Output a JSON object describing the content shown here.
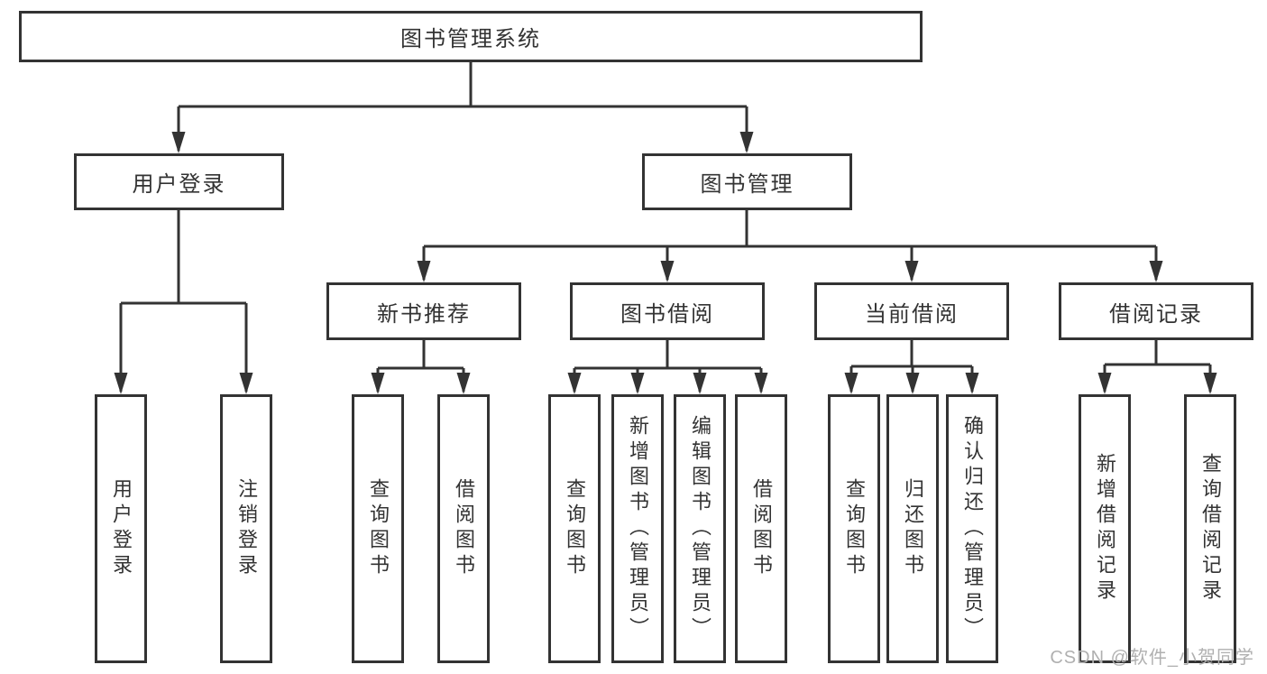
{
  "nodes": {
    "root": "图书管理系统",
    "userLogin": "用户登录",
    "bookManagement": "图书管理",
    "newBookRecommend": "新书推荐",
    "bookBorrow": "图书借阅",
    "currentBorrow": "当前借阅",
    "borrowRecords": "借阅记录",
    "userLoginChildren": [
      "用户登录",
      "注销登录"
    ],
    "newBookChildren": [
      "查询图书",
      "借阅图书"
    ],
    "bookBorrowChildren": [
      "查询图书",
      "新增图书（管理员）",
      "编辑图书（管理员）",
      "借阅图书"
    ],
    "currentBorrowChildren": [
      "查询图书",
      "归还图书",
      "确认归还（管理员）"
    ],
    "borrowRecordsChildren": [
      "新增借阅记录",
      "查询借阅记录"
    ]
  },
  "watermark": {
    "text": "CSDN @软件_小贺同学"
  },
  "colors": {
    "line": "#333333",
    "text": "#333333",
    "background": "#ffffff",
    "watermark": "#b0b0b0"
  }
}
